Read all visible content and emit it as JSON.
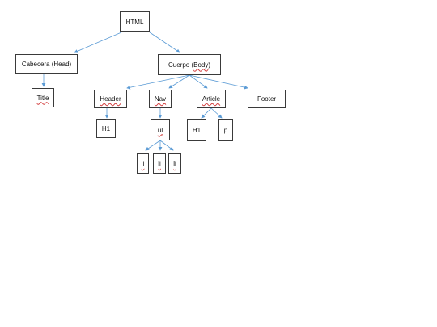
{
  "nodes": {
    "html": {
      "label": "HTML"
    },
    "head": {
      "label_pre": "Cabecera (Head)",
      "label_mark": "",
      "label_post": ""
    },
    "title": {
      "label": "Title"
    },
    "body": {
      "label_pre": "Cuerpo (",
      "label_mark": "Body",
      "label_post": ")"
    },
    "header": {
      "label": "Header"
    },
    "nav": {
      "label": "Nav"
    },
    "article": {
      "label": "Article"
    },
    "footer": {
      "label": "Footer"
    },
    "h1_header": {
      "label": "H1"
    },
    "ul": {
      "label": "ul"
    },
    "h1_article": {
      "label": "H1"
    },
    "p": {
      "label": "p"
    },
    "li_1": {
      "label": "li"
    },
    "li_2": {
      "label": "li"
    },
    "li_3": {
      "label": "li"
    }
  },
  "colors": {
    "arrow": "#5b9bd5",
    "border": "#3a3a3a",
    "spellcheck": "#d23c3c"
  }
}
